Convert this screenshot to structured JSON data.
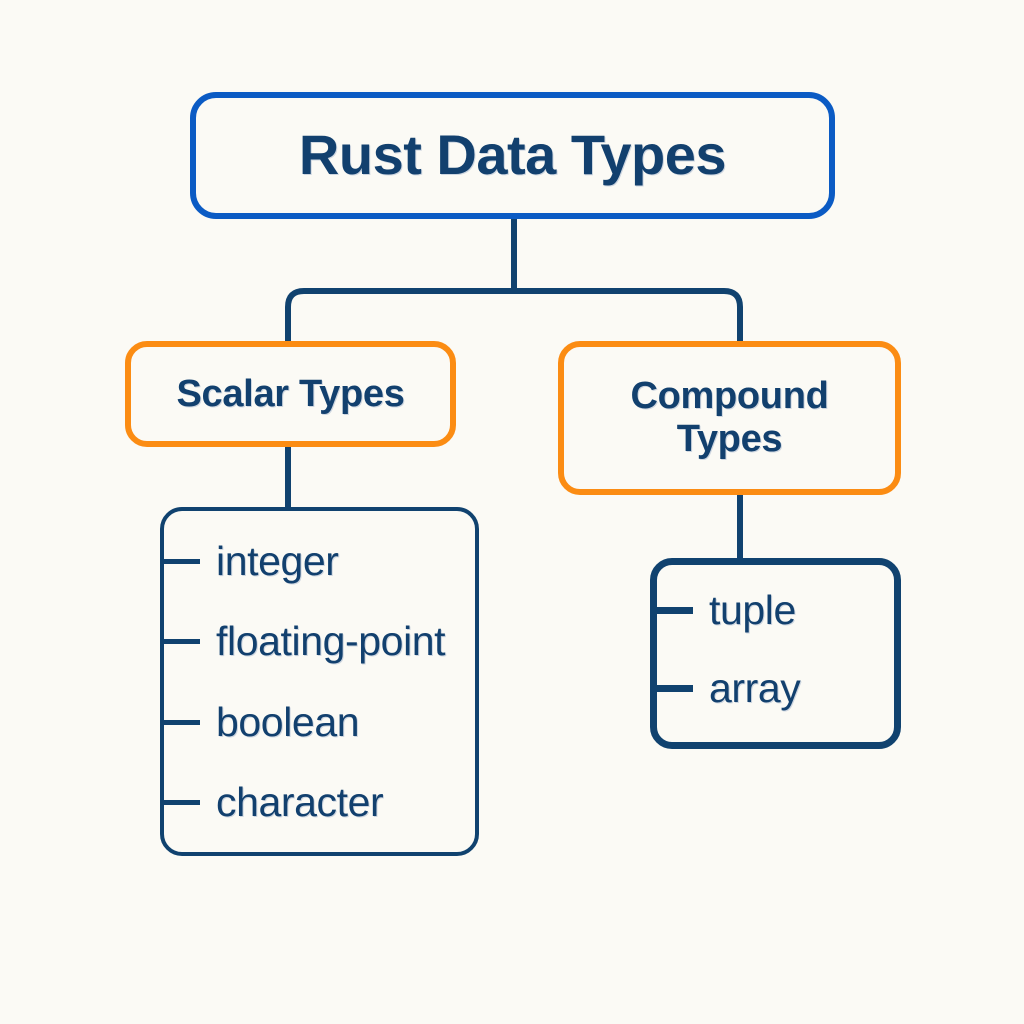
{
  "diagram": {
    "title": "Rust Data Types",
    "background_color": "#FBFAF5",
    "root": {
      "label": "Rust Data Types",
      "border_color": "#0B5BC4",
      "text_color": "#12406E"
    },
    "categories": [
      {
        "id": "scalar",
        "label": "Scalar Types",
        "border_color": "#FB8C13",
        "text_color": "#12406E",
        "items": [
          {
            "label": "integer"
          },
          {
            "label": "floating-point"
          },
          {
            "label": "boolean"
          },
          {
            "label": "character"
          }
        ]
      },
      {
        "id": "compound",
        "label": "Compound Types",
        "border_color": "#FB8C13",
        "text_color": "#12406E",
        "items": [
          {
            "label": "tuple"
          },
          {
            "label": "array"
          }
        ]
      }
    ],
    "connector_color": "#10426F"
  }
}
